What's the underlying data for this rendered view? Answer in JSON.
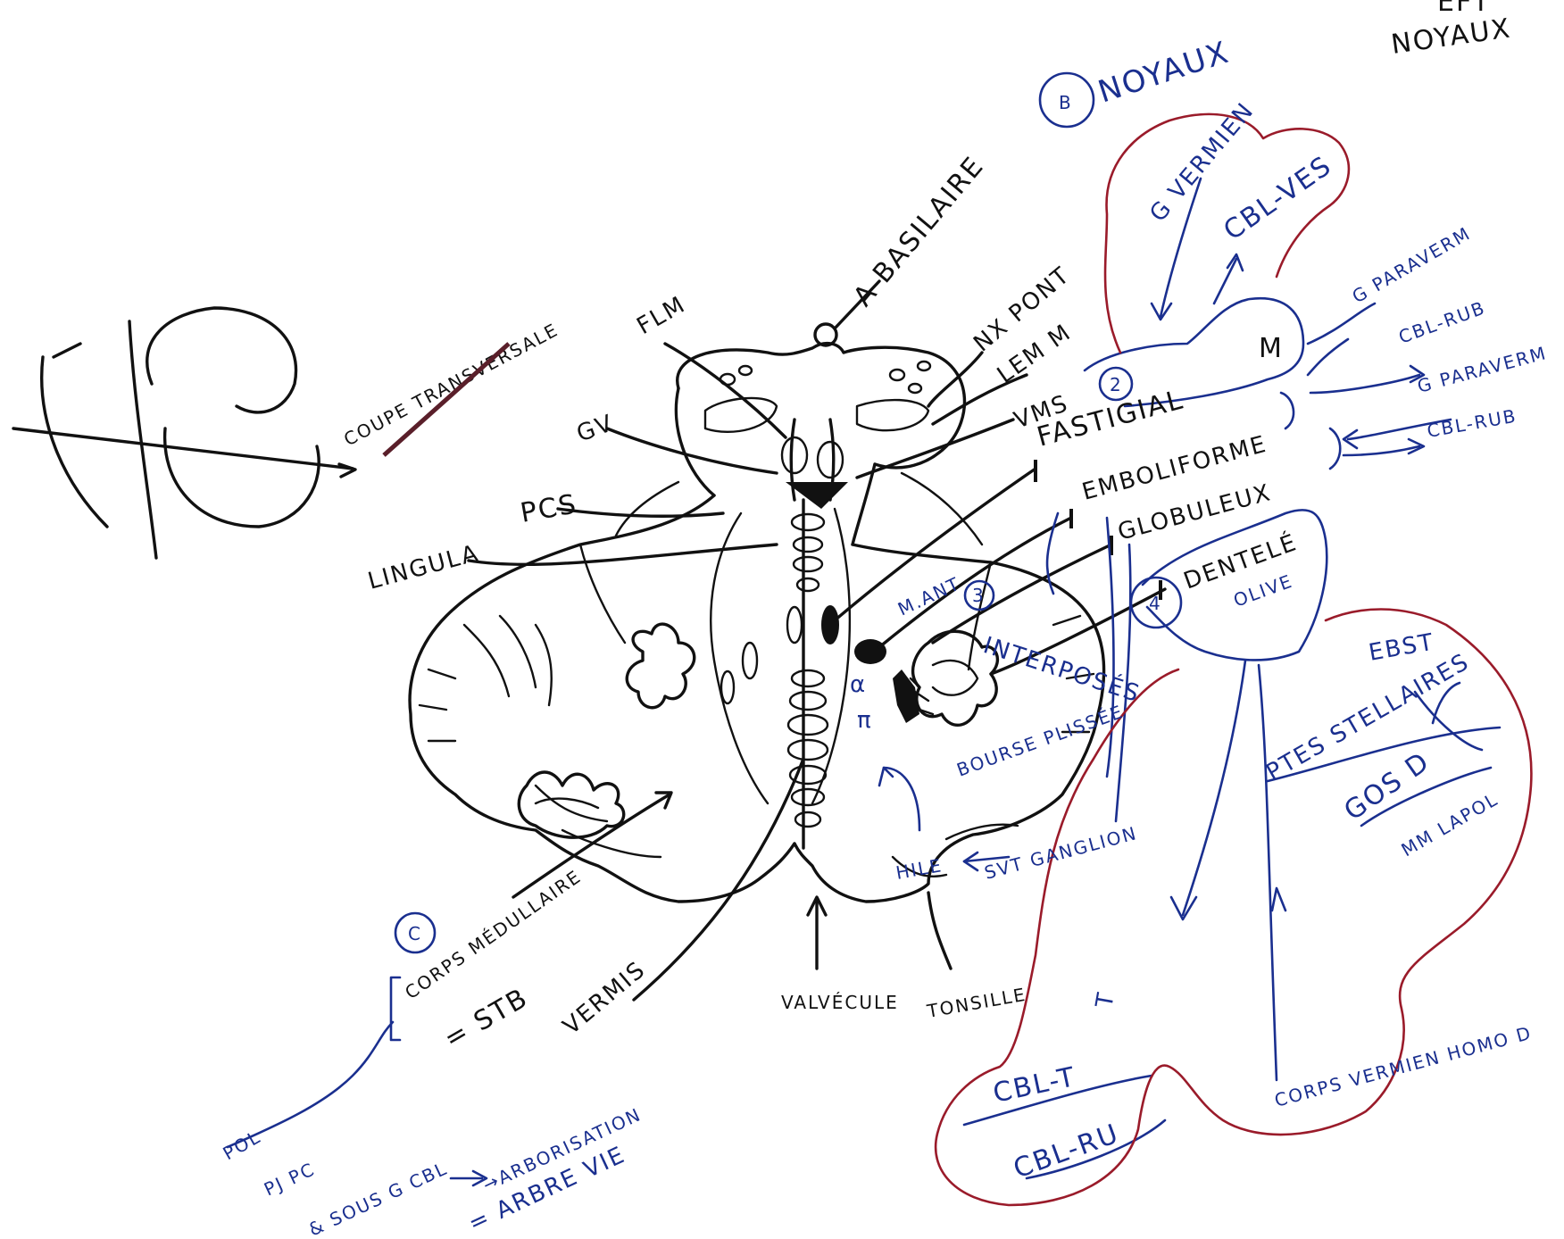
{
  "colors": {
    "ink": "#111111",
    "blue_ink": "#1a2f8f",
    "red_ink": "#9a1b2a"
  },
  "labels": {
    "top_right_noyaux": "NOYAUX",
    "top_right_cut": "EFT",
    "b_noyaux": "NOYAUX",
    "b_circle": "B",
    "a_basilaire": "A BASILAIRE",
    "nx_pont": "NX PONT",
    "lem_m": "LEM M",
    "vms": "VMS",
    "flm": "FLM",
    "gv": "GV",
    "pcs": "PCS",
    "lingula": "LINGULA",
    "coupe_transversale": "COUPE TRANSVERSALE",
    "circle_2": "2",
    "circle_3": "3",
    "circle_4": "4",
    "circle_c": "C",
    "fastigial": "FASTIGIAL",
    "emboliforme": "EMBOLIFORME",
    "globuleux": "GLOBULEUX",
    "dentele": "DENTELÉ",
    "olive": "OLIVE",
    "vermien": "G VERMIEN",
    "cbl_ves": "CBL-VES",
    "m_box": "M",
    "paravermien_1": "G PARAVERM",
    "cbl_rub_1": "CBL-RUB",
    "paravermien_2": "G PARAVERM",
    "cbl_rub_2": "CBL-RUB",
    "inter_poses": "INTERPOSÉS",
    "m_ant": "M.ANT",
    "alpha": "α",
    "pi": "π",
    "bourse_plissee": "BOURSE PLISSÉE",
    "hile": "HILE",
    "svt_gangion": "SVT GANGLION",
    "ebst": "EBST",
    "pt_stellaires": "PTES STELLAIRES",
    "gos_d": "GOS D",
    "mm_lapol": "MM LAPOL",
    "cbl_t": "CBL-T",
    "cbl_ru": "CBL-RU",
    "corps_vermien_homo": "CORPS VERMIEN HOMO D",
    "t_dot": "T",
    "corps_medullaire": "CORPS MÉDULLAIRE",
    "eq_stb": "= STB",
    "vermis": "VERMIS",
    "valvecule": "VALVÉCULE",
    "tonsille": "TONSILLE",
    "pol": "POL",
    "pj_pc": "PJ PC",
    "sous_g_cbl": "& SOUS G CBL",
    "arbo_vie": "→ARBORISATION",
    "arbre_vie": "= ARBRE VIE"
  }
}
